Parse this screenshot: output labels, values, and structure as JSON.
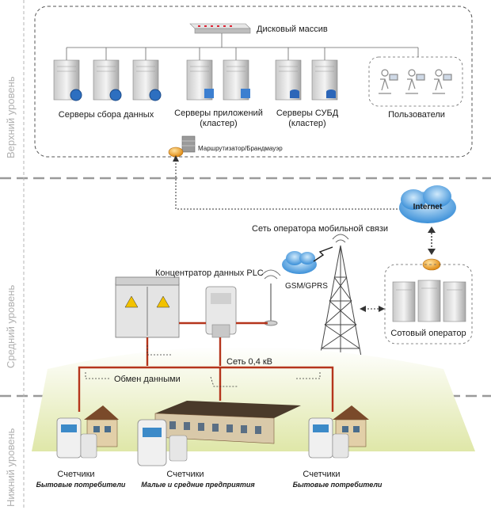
{
  "levels": {
    "upper": "Верхний уровень",
    "middle": "Средний уровень",
    "lower": "Нижний уровень"
  },
  "top": {
    "disk_array": "Дисковый массив",
    "collection_servers": "Серверы сбора данных",
    "app_servers_line1": "Серверы приложений",
    "app_servers_line2": "(кластер)",
    "dbms_servers_line1": "Серверы СУБД",
    "dbms_servers_line2": "(кластер)",
    "users": "Пользователи",
    "router": "Маршрутизатор/Брандмауэр"
  },
  "middle": {
    "internet": "Internet",
    "mobile_network": "Сеть оператора мобильной связи",
    "gsm": "GSM/GPRS",
    "plc": "Концентратор данных PLC",
    "cell_operator": "Сотовый оператор",
    "grid": "Сеть 0,4 кВ",
    "data_exchange": "Обмен данными"
  },
  "bottom": {
    "meters_left": "Счетчики",
    "meters_left_sub": "Бытовые потребители",
    "meters_center": "Счетчики",
    "meters_center_sub": "Малые и средние предприятия",
    "meters_right": "Счетчики",
    "meters_right_sub": "Бытовые потребители"
  },
  "colors": {
    "power_line": "#b5351c",
    "router": "#f0a22c",
    "cloud": "#3a8fd8",
    "border": "#555555",
    "level_text": "#b0b0b0"
  }
}
